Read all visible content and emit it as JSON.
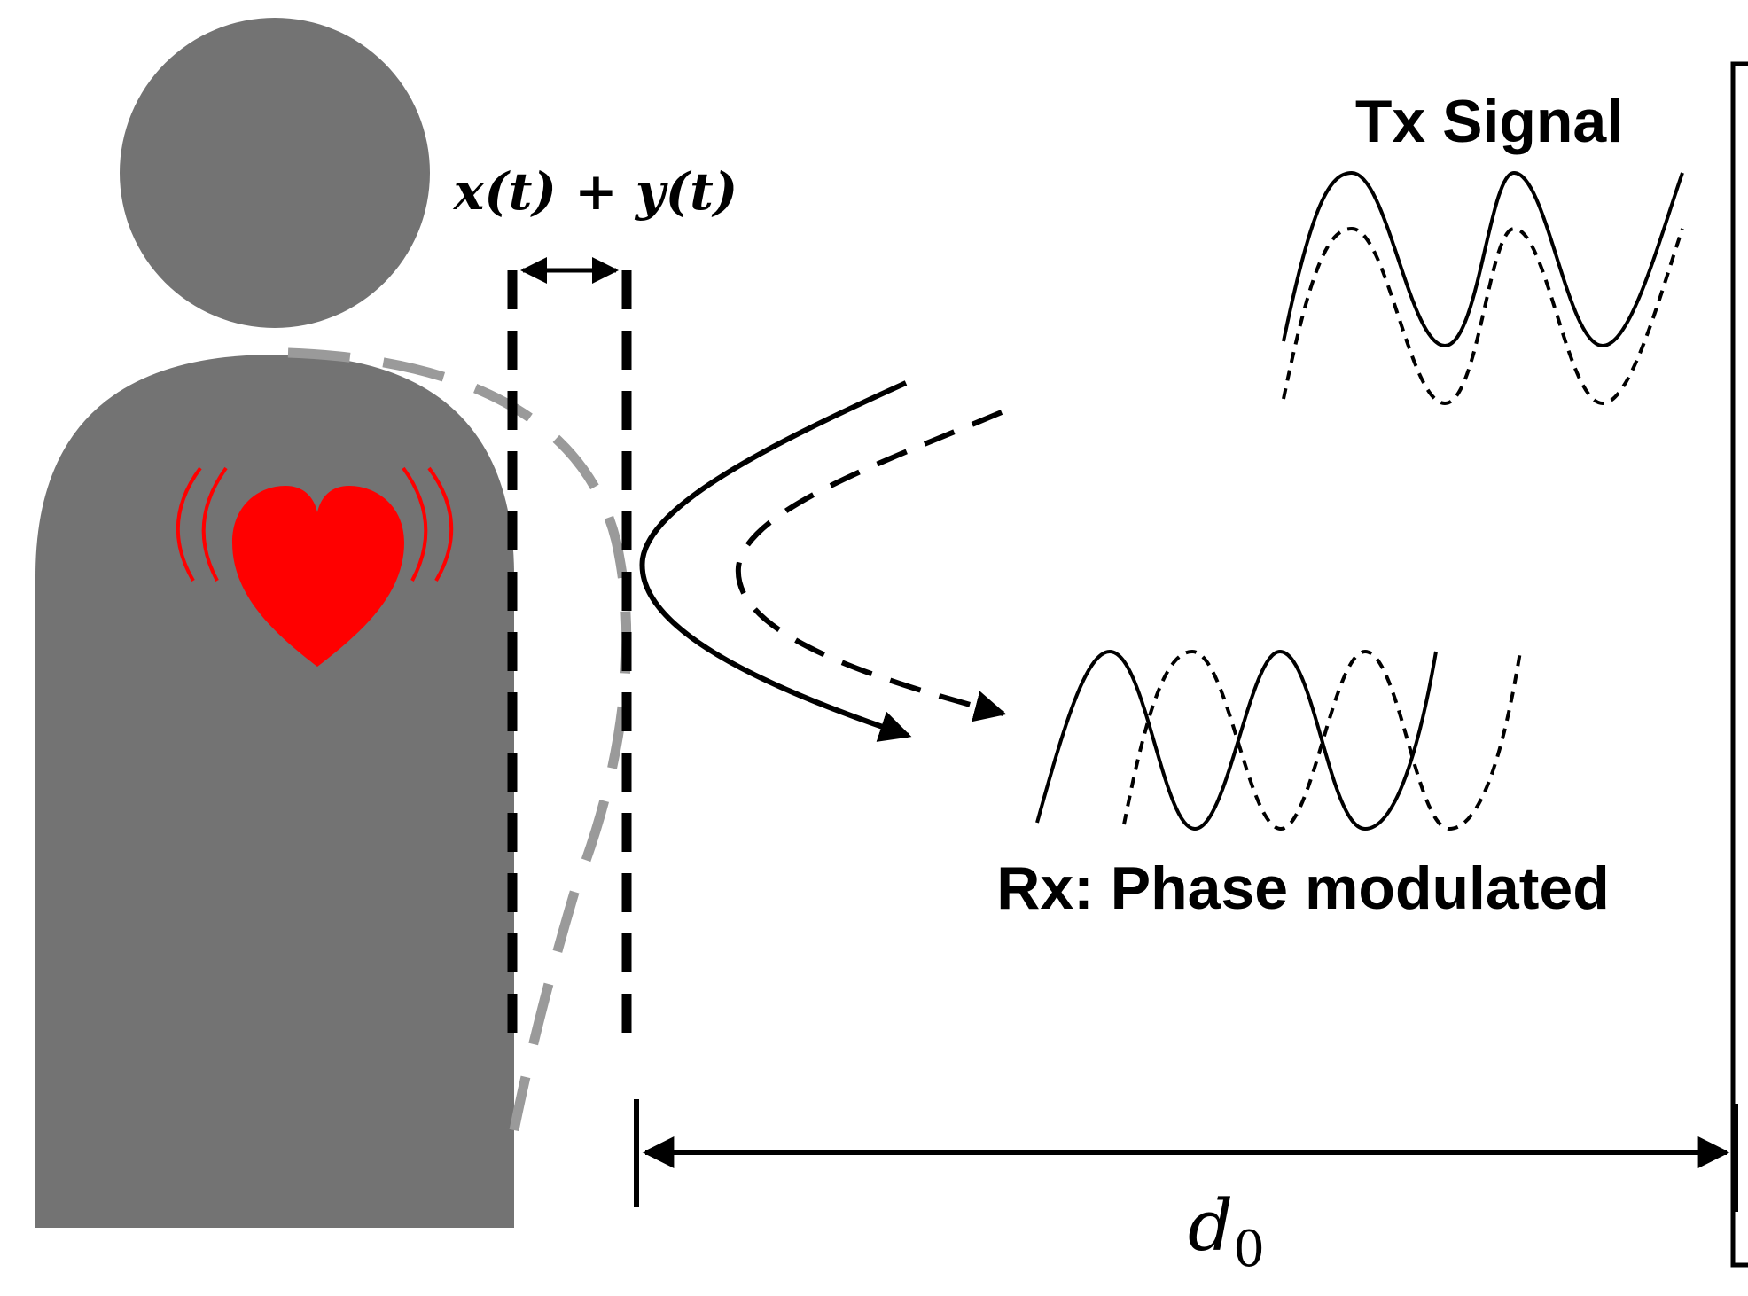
{
  "labels": {
    "tx_signal": "Tx Signal",
    "rx_signal": "Rx: Phase modulated",
    "displacement": "x(t) + y(t)",
    "distance_var": "d",
    "distance_sub": "0"
  },
  "colors": {
    "body": "#737373",
    "heart": "#ff0000",
    "ink": "#000000",
    "dashed_outline": "#9a9a9a"
  }
}
